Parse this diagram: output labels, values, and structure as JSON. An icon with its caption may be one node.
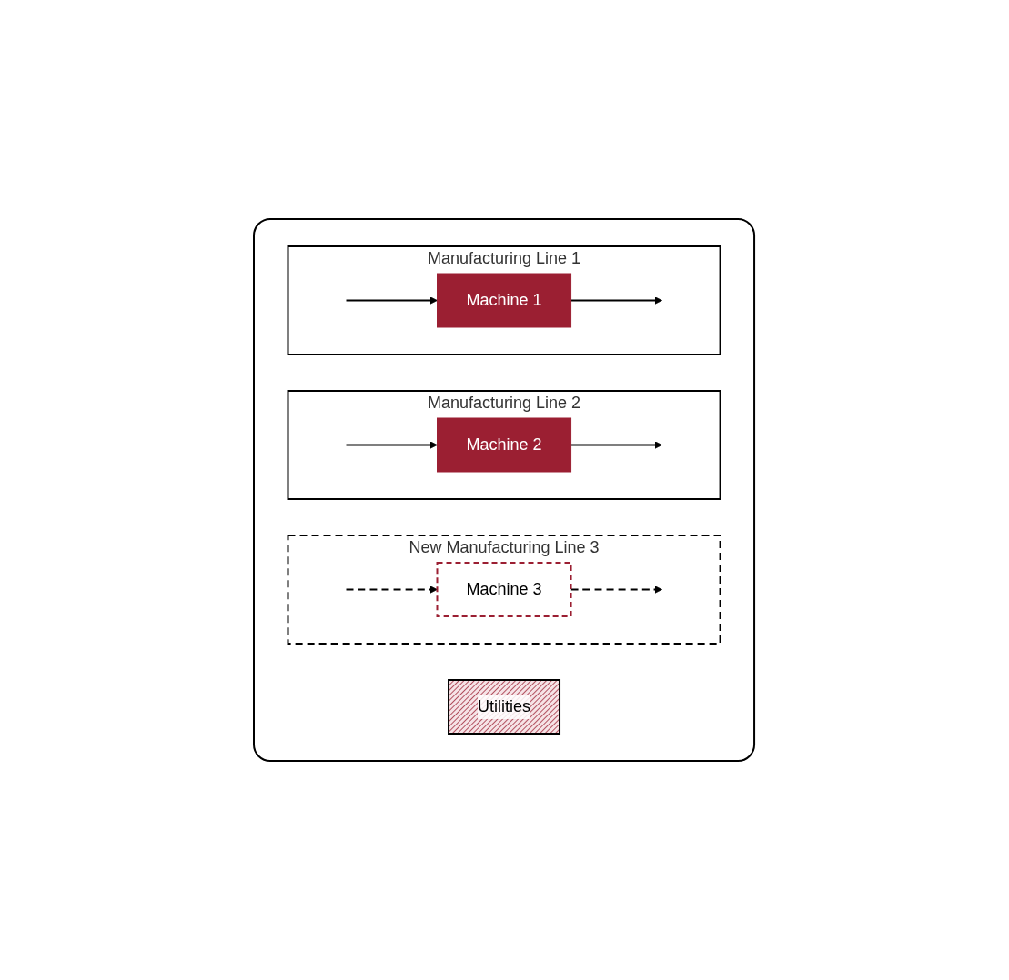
{
  "diagram": {
    "nodes": [
      {
        "text": [],
        "shape": "box"
      },
      {
        "text": [
          "Manufacturing Line 1"
        ],
        "in": 0
      },
      {
        "text": [
          "Machine 1"
        ],
        "in": 1
      },
      {
        "text": [
          "Manufacturing Line 2"
        ],
        "in": 0
      },
      {
        "text": [
          "Machine 2"
        ],
        "in": 3
      },
      {
        "text": [
          "New Manufacturing Line 3"
        ],
        "in": 0
      },
      {
        "text": [
          "Machine 3"
        ],
        "in": 5
      },
      {
        "text": [
          "Utilities"
        ],
        "in": 0
      }
    ],
    "edges": [
      {
        "from": null,
        "to": 2,
        "arrow": "to"
      },
      {
        "from": 2,
        "to": null,
        "arrow": "to"
      },
      {
        "from": null,
        "to": 4,
        "arrow": "to"
      },
      {
        "from": 4,
        "to": null,
        "arrow": "to"
      },
      {
        "from": null,
        "to": 6,
        "arrow": "to",
        "style": "dashed"
      },
      {
        "from": 6,
        "to": null,
        "arrow": "to",
        "style": "dashed"
      }
    ]
  }
}
